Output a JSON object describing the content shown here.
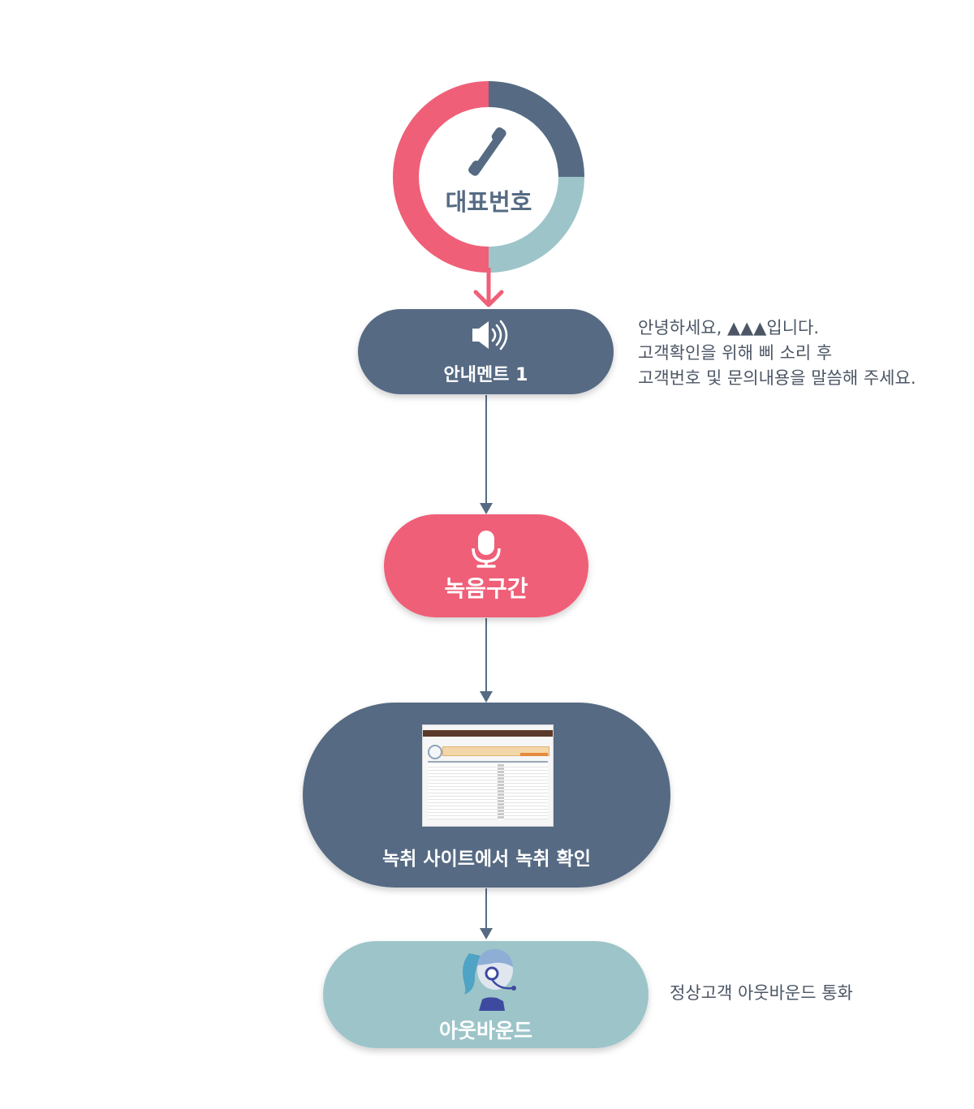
{
  "start": {
    "label": "대표번호",
    "icon": "phone-icon"
  },
  "announcement": {
    "label": "안내멘트 1",
    "icon": "speaker-icon",
    "note_lines": [
      "안녕하세요, ▲▲▲입니다.",
      "고객확인을 위해 삐 소리 후",
      "고객번호 및 문의내용을 말씀해 주세요."
    ]
  },
  "recording": {
    "label": "녹음구간",
    "icon": "microphone-icon"
  },
  "check": {
    "label": "녹취 사이트에서 녹취 확인",
    "icon": "site-screenshot-thumbnail"
  },
  "outbound": {
    "label": "아웃바운드",
    "icon": "headset-agent-icon",
    "note": "정상고객 아웃바운드 통화"
  },
  "colors": {
    "navy": "#566b83",
    "pink": "#ef5f78",
    "teal": "#9dc5c9",
    "text": "#4c5665",
    "connector": "#566b83"
  }
}
